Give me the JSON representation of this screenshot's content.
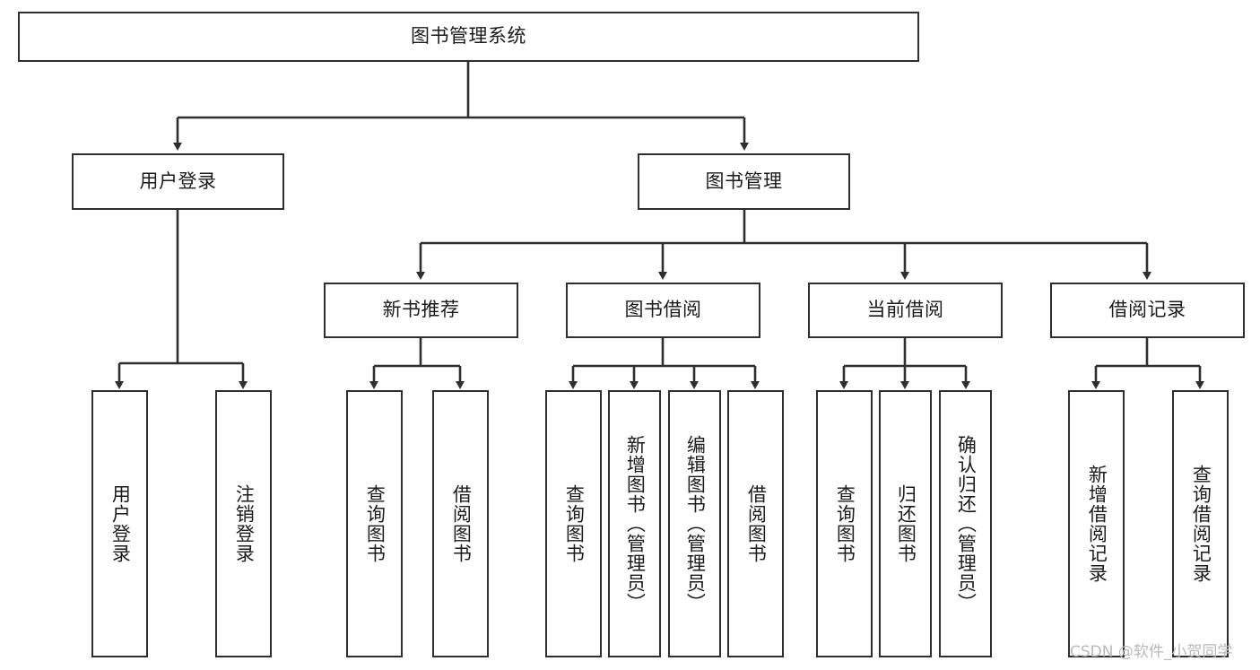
{
  "diagram": {
    "title": "图书管理系统",
    "type": "tree-hierarchy",
    "watermark": "CSDN @软件_小贺同学",
    "colors": {
      "box_border": "#2e2e2e",
      "box_fill": "#ffffff",
      "text": "#1b1b1b",
      "edge": "#2e2e2e",
      "watermark": "#b9b9b9",
      "background": "#ffffff"
    },
    "nodes": {
      "root": {
        "label": "图书管理系统",
        "orientation": "horizontal"
      },
      "level2": [
        {
          "label": "用户登录",
          "orientation": "horizontal"
        },
        {
          "label": "图书管理",
          "orientation": "horizontal"
        }
      ],
      "level3": [
        {
          "label": "新书推荐",
          "orientation": "horizontal"
        },
        {
          "label": "图书借阅",
          "orientation": "horizontal"
        },
        {
          "label": "当前借阅",
          "orientation": "horizontal"
        },
        {
          "label": "借阅记录",
          "orientation": "horizontal"
        }
      ],
      "leaves": {
        "user_login": [
          {
            "label": "用户登录",
            "orientation": "vertical"
          },
          {
            "label": "注销登录",
            "orientation": "vertical"
          }
        ],
        "new_book_recommend": [
          {
            "label": "查询图书",
            "orientation": "vertical"
          },
          {
            "label": "借阅图书",
            "orientation": "vertical"
          }
        ],
        "book_borrow": [
          {
            "label": "查询图书",
            "orientation": "vertical"
          },
          {
            "label": "新增图书（管理员）",
            "orientation": "vertical"
          },
          {
            "label": "编辑图书（管理员）",
            "orientation": "vertical"
          },
          {
            "label": "借阅图书",
            "orientation": "vertical"
          }
        ],
        "current_borrow": [
          {
            "label": "查询图书",
            "orientation": "vertical"
          },
          {
            "label": "归还图书",
            "orientation": "vertical"
          },
          {
            "label": "确认归还（管理员）",
            "orientation": "vertical"
          }
        ],
        "borrow_record": [
          {
            "label": "新增借阅记录",
            "orientation": "vertical"
          },
          {
            "label": "查询借阅记录",
            "orientation": "vertical"
          }
        ]
      }
    }
  }
}
